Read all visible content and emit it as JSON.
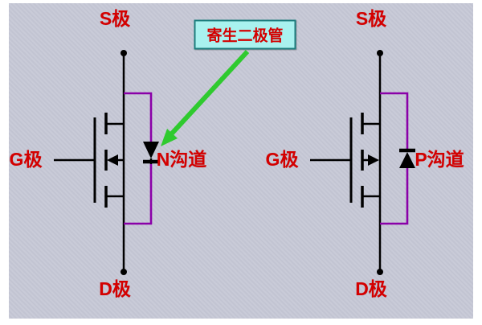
{
  "colors": {
    "bg": "#c6c8d6",
    "label": "#d40000",
    "wire": "#000000",
    "parasitic_wire": "#8a00a8",
    "arrow": "#2fca2f",
    "callout_bg": "#a9f2ef",
    "callout_border": "#1d7d7d"
  },
  "callout": {
    "text": "寄生二极管"
  },
  "left_mosfet": {
    "top_label": "S极",
    "bottom_label": "D极",
    "gate_label": "G极",
    "channel_label": "N沟道"
  },
  "right_mosfet": {
    "top_label": "S极",
    "bottom_label": "D极",
    "gate_label": "G极",
    "channel_label": "P沟道"
  }
}
